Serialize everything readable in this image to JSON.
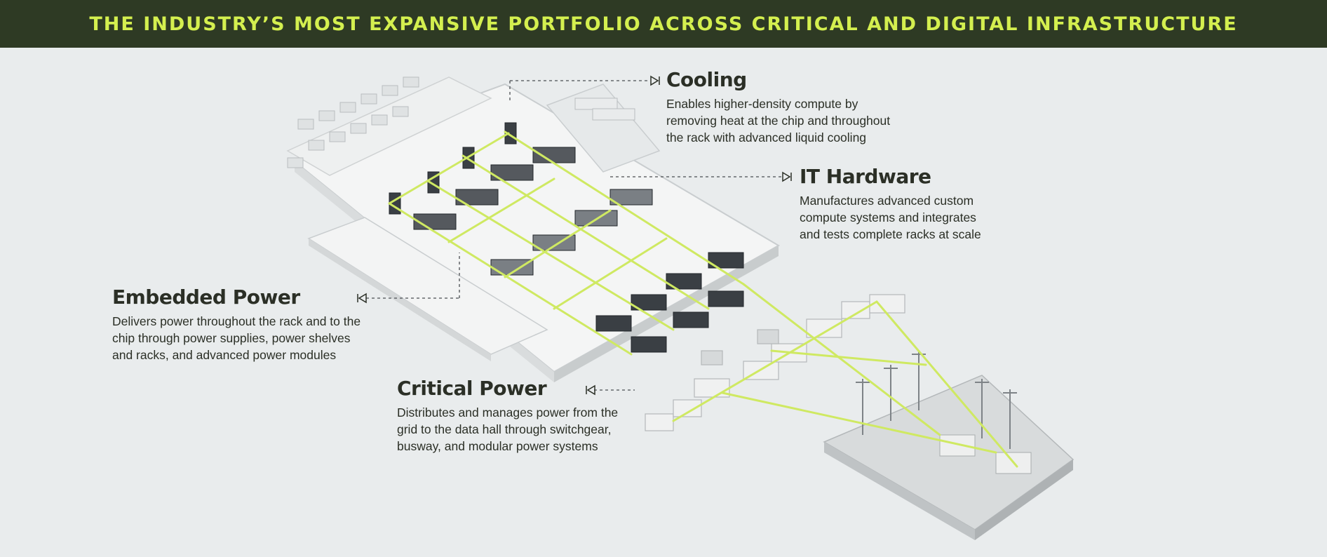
{
  "banner": {
    "title": "THE INDUSTRY’S MOST EXPANSIVE PORTFOLIO ACROSS CRITICAL AND DIGITAL INFRASTRUCTURE"
  },
  "colors": {
    "banner_bg": "#2e3a24",
    "accent": "#d4ef4f",
    "background": "#e9eced",
    "text": "#2b2f26"
  },
  "labels": {
    "cooling": {
      "title": "Cooling",
      "lines": [
        "Enables higher-density compute by",
        "removing heat at the chip and throughout",
        "the rack with advanced liquid cooling"
      ]
    },
    "it_hardware": {
      "title": "IT Hardware",
      "lines": [
        "Manufactures advanced custom",
        "compute systems and integrates",
        "and tests complete racks at scale"
      ]
    },
    "embedded_power": {
      "title": "Embedded Power",
      "lines": [
        "Delivers power throughout the rack and to the",
        "chip through power supplies, power shelves",
        "and racks, and advanced power modules"
      ]
    },
    "critical_power": {
      "title": "Critical Power",
      "lines": [
        "Distributes and manages power from the",
        "grid to the data hall through switchgear,",
        "busway, and modular power systems"
      ]
    }
  }
}
